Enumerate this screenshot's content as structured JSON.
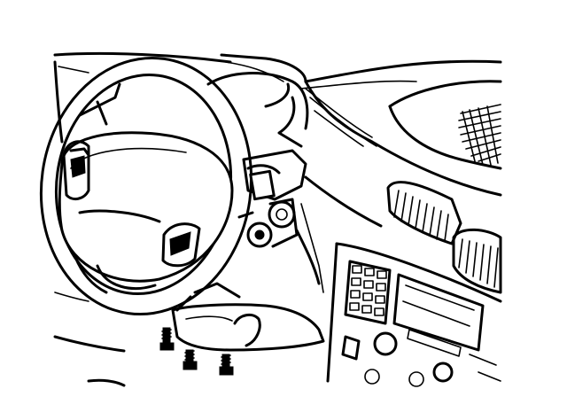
{
  "figure": {
    "background_color": "#ffffff",
    "line_color": "#000000",
    "contents": [
      "steering-wheel",
      "airbag-cover",
      "steering-column",
      "lower-trim-panel",
      "screws",
      "dashboard",
      "air-vents",
      "center-console",
      "speaker-grille"
    ]
  },
  "screws": {
    "count": 3
  }
}
